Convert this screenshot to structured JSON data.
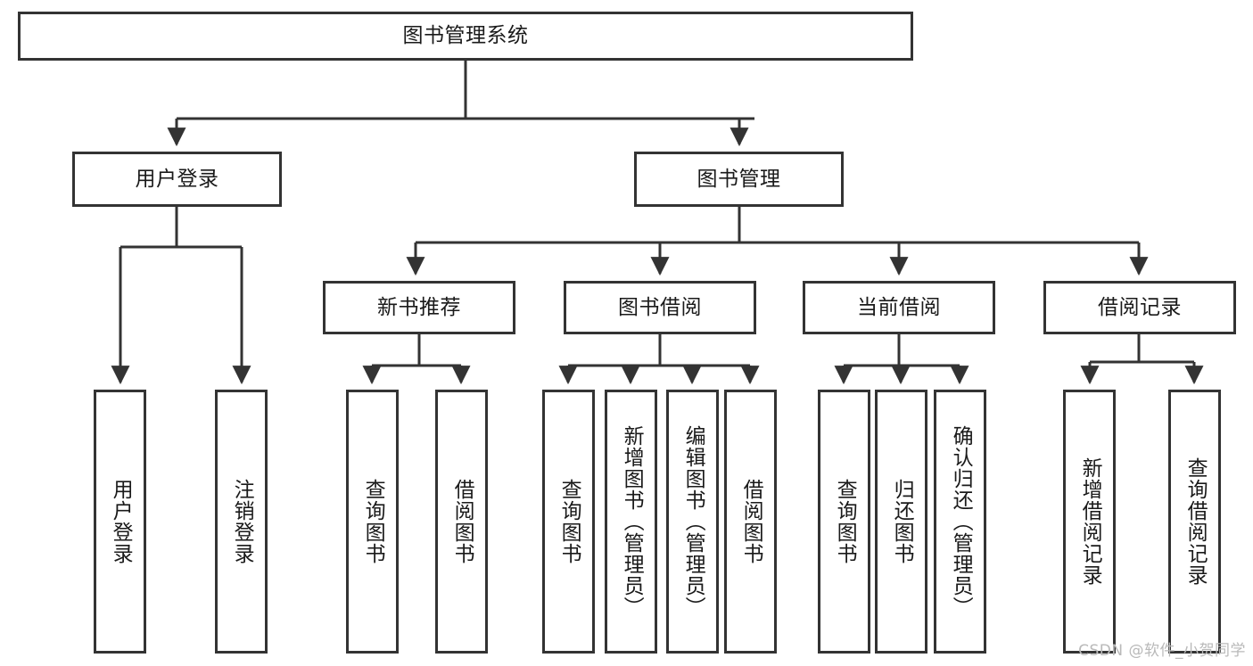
{
  "diagram": {
    "title": "图书管理系统",
    "type": "tree",
    "watermark": "CSDN @软件_小贺同学",
    "colors": {
      "box_border": "#333333",
      "box_fill": "#ffffff",
      "connector": "#333333",
      "text": "#1a1a1a",
      "watermark": "#b9b9b9"
    },
    "levels": {
      "root": {
        "label": "图书管理系统"
      },
      "level2": [
        {
          "id": "user-login",
          "label": "用户登录"
        },
        {
          "id": "book-manage",
          "label": "图书管理"
        }
      ],
      "level3": [
        {
          "id": "new-book-rec",
          "label": "新书推荐",
          "parent": "book-manage"
        },
        {
          "id": "book-borrow",
          "label": "图书借阅",
          "parent": "book-manage"
        },
        {
          "id": "current-borrow",
          "label": "当前借阅",
          "parent": "book-manage"
        },
        {
          "id": "borrow-record",
          "label": "借阅记录",
          "parent": "book-manage"
        }
      ],
      "leaves": [
        {
          "id": "leaf-user-login",
          "label": "用户登录",
          "parent": "user-login"
        },
        {
          "id": "leaf-logout",
          "label": "注销登录",
          "parent": "user-login"
        },
        {
          "id": "leaf-query-book-1",
          "label": "查询图书",
          "parent": "new-book-rec"
        },
        {
          "id": "leaf-borrow-book-1",
          "label": "借阅图书",
          "parent": "new-book-rec"
        },
        {
          "id": "leaf-query-book-2",
          "label": "查询图书",
          "parent": "book-borrow"
        },
        {
          "id": "leaf-add-book",
          "label": "新增图书（管理员）",
          "parent": "book-borrow"
        },
        {
          "id": "leaf-edit-book",
          "label": "编辑图书（管理员）",
          "parent": "book-borrow"
        },
        {
          "id": "leaf-borrow-book-2",
          "label": "借阅图书",
          "parent": "book-borrow"
        },
        {
          "id": "leaf-query-book-3",
          "label": "查询图书",
          "parent": "current-borrow"
        },
        {
          "id": "leaf-return-book",
          "label": "归还图书",
          "parent": "current-borrow"
        },
        {
          "id": "leaf-confirm-return",
          "label": "确认归还（管理员）",
          "parent": "current-borrow"
        },
        {
          "id": "leaf-add-record",
          "label": "新增借阅记录",
          "parent": "borrow-record"
        },
        {
          "id": "leaf-query-record",
          "label": "查询借阅记录",
          "parent": "borrow-record"
        }
      ]
    }
  }
}
